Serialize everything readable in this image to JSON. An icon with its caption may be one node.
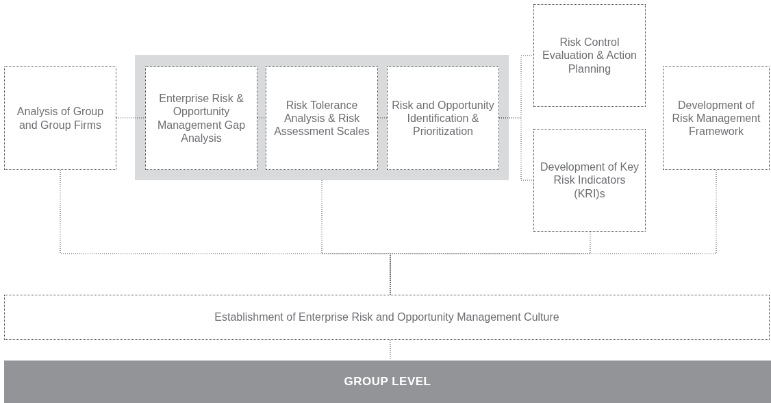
{
  "diagram": {
    "nodes": [
      {
        "text": [],
        "shape": "box"
      },
      {
        "text": [
          "Analysis of Group and Group Firms"
        ]
      },
      {
        "text": [
          "Enterprise Risk & Opportunity Management Gap Analysis"
        ],
        "in": 0
      },
      {
        "text": [
          "Risk Tolerance Analysis & Risk Assessment Scales"
        ],
        "in": 0
      },
      {
        "text": [
          "Risk and Opportunity Identification & Prioritization"
        ],
        "in": 0
      },
      {
        "text": [
          "Risk Control Evaluation & Action Planning"
        ]
      },
      {
        "text": [
          "Development of Key Risk Indicators (KRI)s"
        ]
      },
      {
        "text": [
          "Development of Risk Management Framework"
        ]
      },
      {
        "text": [
          "Establishment of Enterprise Risk and Opportunity Management Culture"
        ]
      },
      {
        "text": [
          "GROUP LEVEL"
        ]
      }
    ],
    "edges": [
      {
        "from": 1,
        "to": 2,
        "arrow": "none"
      },
      {
        "from": 2,
        "to": 3,
        "arrow": "none"
      },
      {
        "from": 3,
        "to": 4,
        "arrow": "none"
      },
      {
        "from": 4,
        "to": 5,
        "arrow": "none"
      },
      {
        "from": 4,
        "to": 6,
        "arrow": "none"
      },
      {
        "from": 1,
        "to": 8,
        "arrow": "none"
      },
      {
        "from": 0,
        "to": 8,
        "arrow": "none"
      },
      {
        "from": 6,
        "to": 8,
        "arrow": "none"
      },
      {
        "from": 7,
        "to": 8,
        "arrow": "none"
      },
      {
        "from": 8,
        "to": 9,
        "arrow": "none"
      }
    ]
  }
}
